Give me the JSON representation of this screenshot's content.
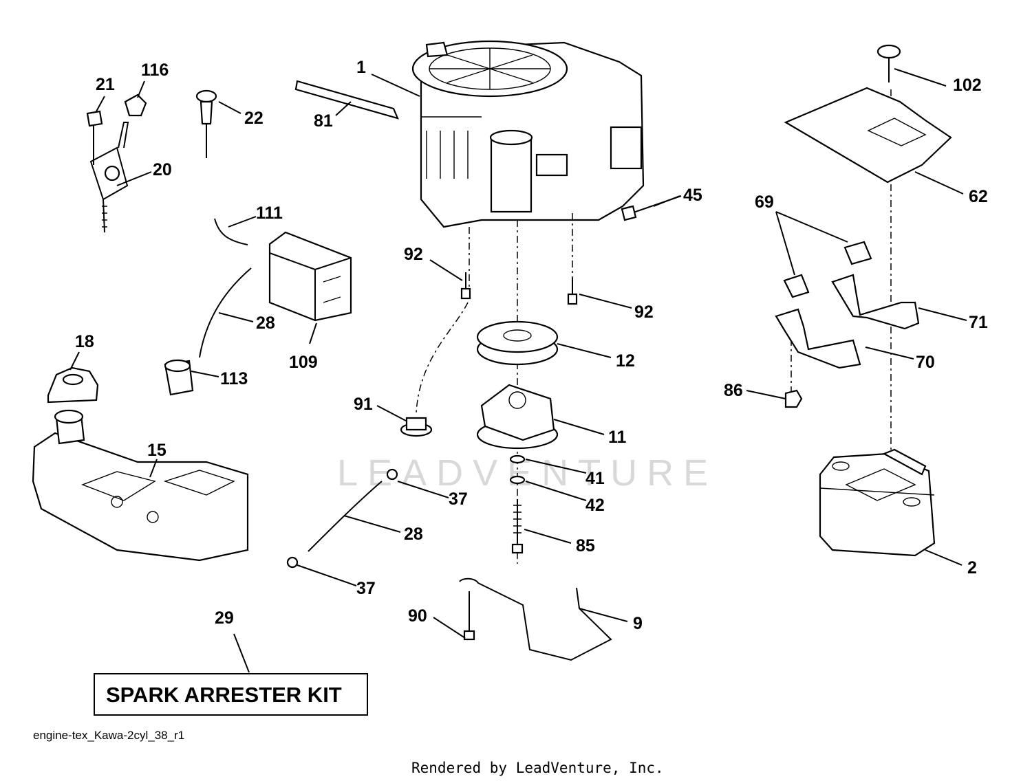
{
  "diagram": {
    "watermark": "LEADVENTURE",
    "kit_label": "SPARK ARRESTER KIT",
    "drawing_code": "engine-tex_Kawa-2cyl_38_r1",
    "credit": "Rendered by LeadVenture, Inc.",
    "callouts": {
      "p1": "1",
      "p116": "116",
      "p21": "21",
      "p22": "22",
      "p81": "81",
      "p20": "20",
      "p45": "45",
      "p102": "102",
      "p62": "62",
      "p69": "69",
      "p111": "111",
      "p92a": "92",
      "p92b": "92",
      "p28a": "28",
      "p109": "109",
      "p12": "12",
      "p71": "71",
      "p18": "18",
      "p113": "113",
      "p70": "70",
      "p86": "86",
      "p91": "91",
      "p11": "11",
      "p15": "15",
      "p41": "41",
      "p37a": "37",
      "p42": "42",
      "p28b": "28",
      "p85": "85",
      "p2": "2",
      "p37b": "37",
      "p29": "29",
      "p90": "90",
      "p9": "9"
    }
  }
}
